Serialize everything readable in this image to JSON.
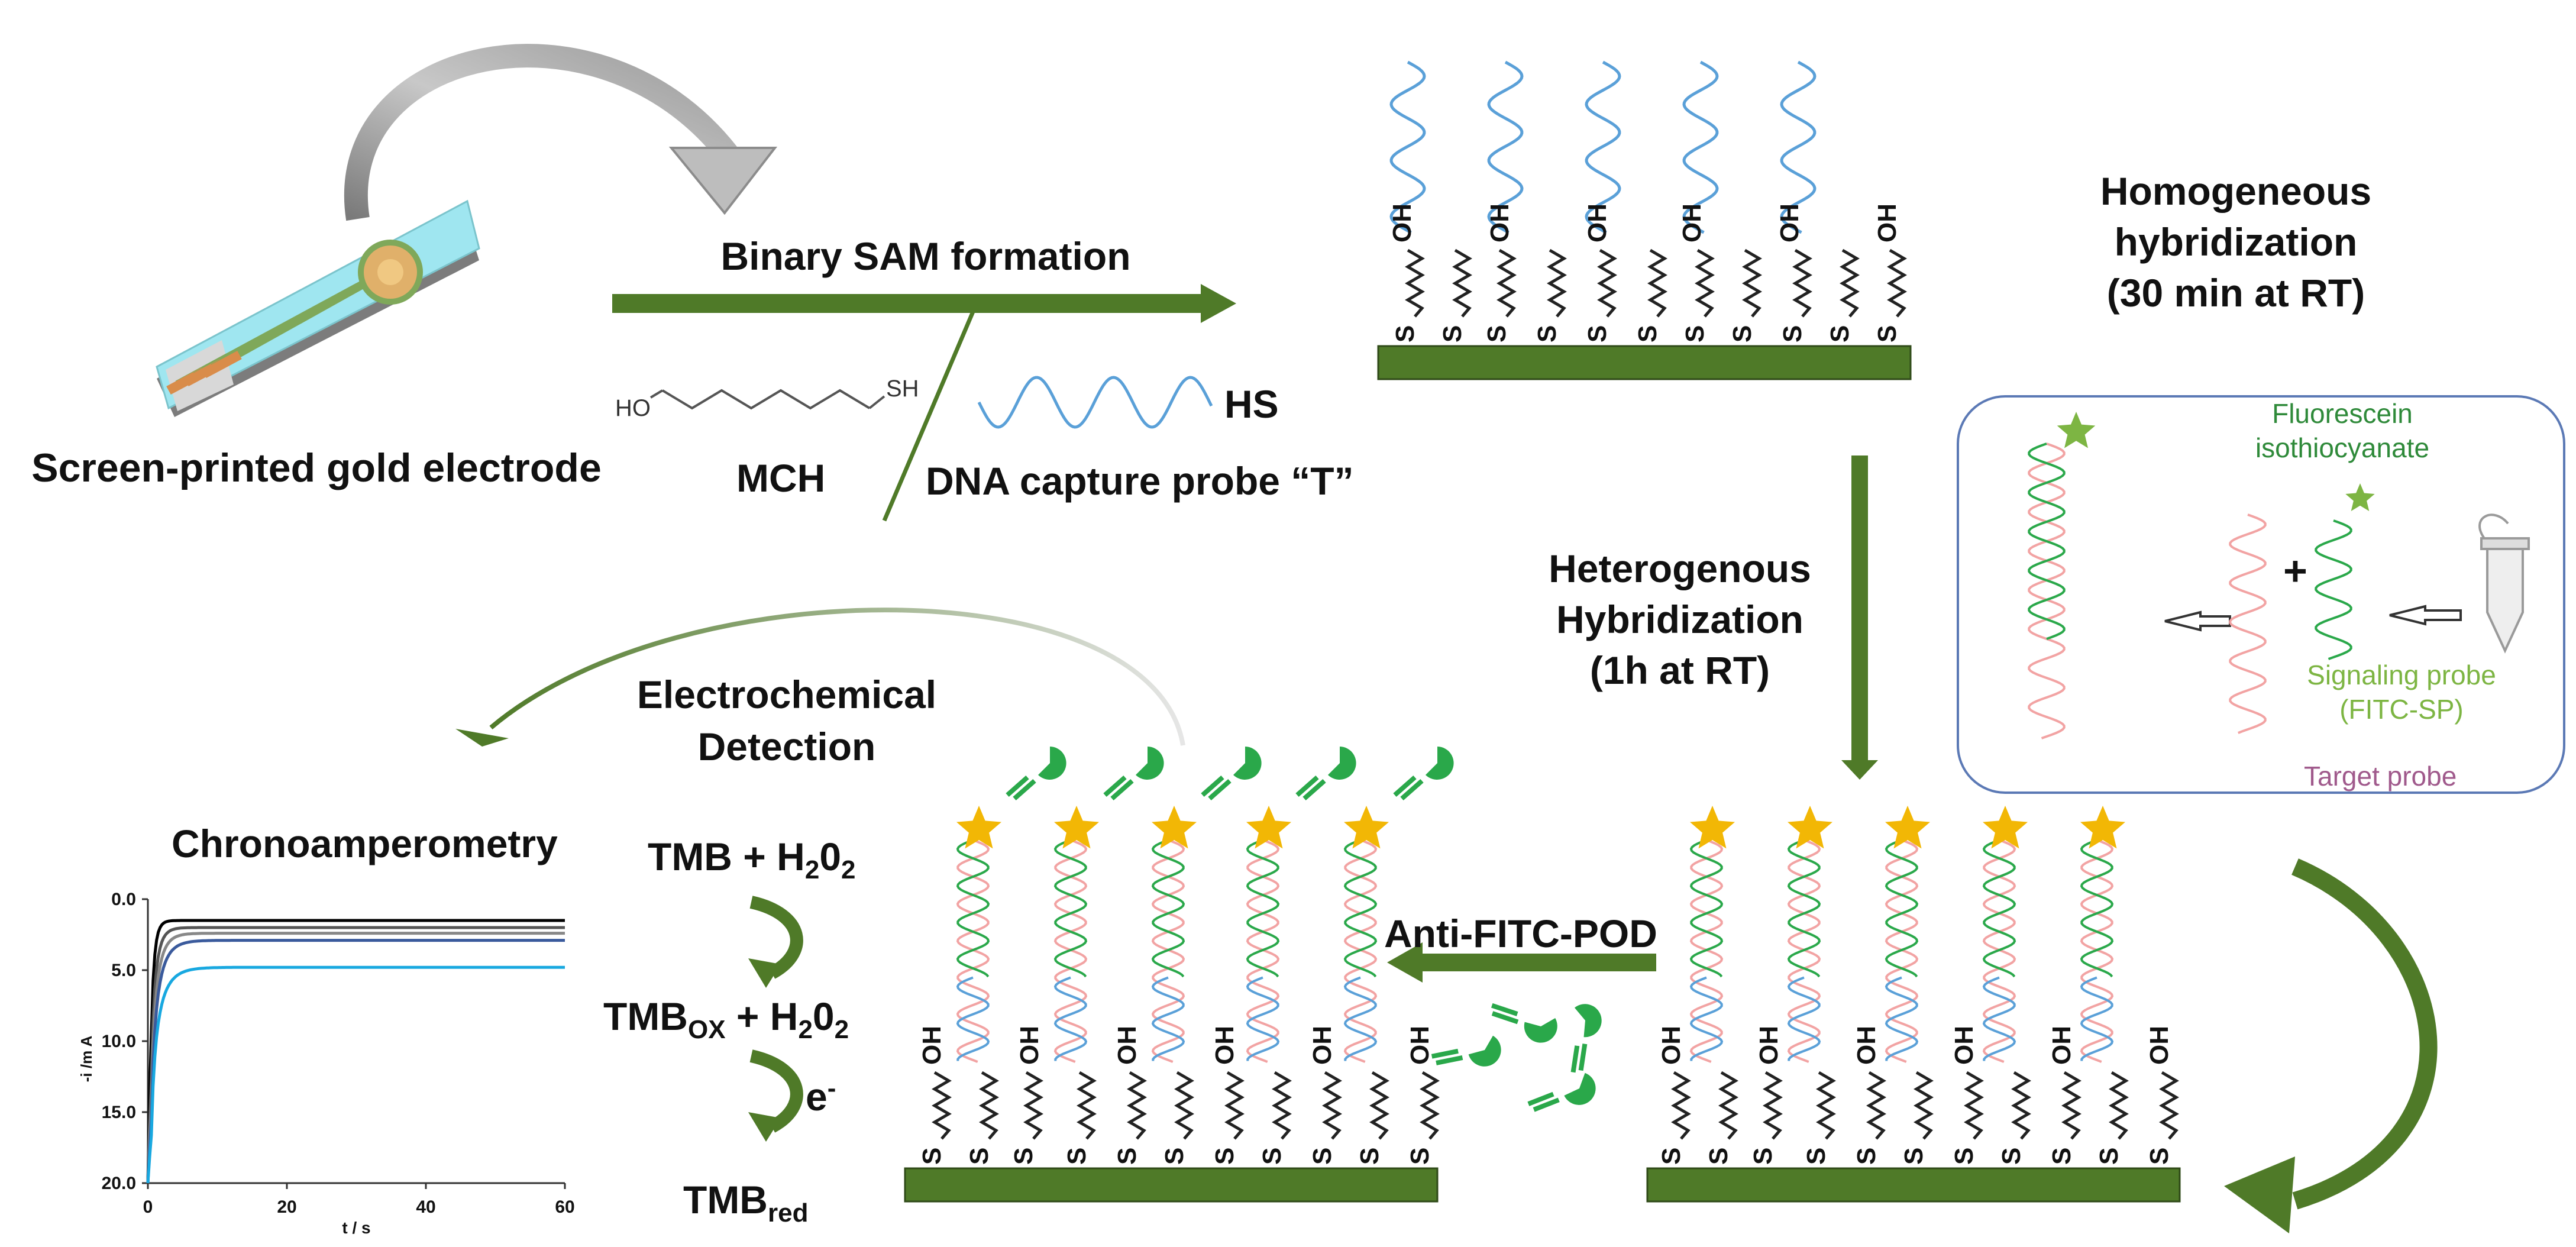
{
  "colors": {
    "green_dark": "#4f7a28",
    "green_bright": "#2aa84a",
    "green_label": "#2f8a3a",
    "green_light_label": "#7db543",
    "blue_dna": "#5aa0d8",
    "pink_dna": "#f2a3a3",
    "gold_star": "#f2b705",
    "electrode_cyan": "#9fe6f0",
    "electrode_trace": "#7fa85a",
    "purple_label": "#a05a8c",
    "panel_border": "#5b79b5"
  },
  "labels": {
    "electrode": "Screen-printed gold electrode",
    "binary_sam": "Binary SAM formation",
    "mch": "MCH",
    "capture_probe": "DNA capture probe “T”",
    "ho": "HO",
    "sh": "SH",
    "hs": "HS",
    "homogeneous": [
      "Homogeneous",
      "hybridization",
      "(30 min at RT)"
    ],
    "heterogenous": [
      "Heterogenous",
      "Hybridization",
      "(1h at RT)"
    ],
    "fitc": [
      "Fluorescein",
      "isothiocyanate"
    ],
    "plus": "+",
    "signaling": [
      "Signaling probe",
      "(FITC-SP)"
    ],
    "target": "Target probe",
    "anti_fitc": "Anti-FITC-POD",
    "detection": [
      "Electrochemical",
      "Detection"
    ],
    "chrono": "Chronoamperometry",
    "tmb_h2o2": {
      "a": "TMB + H",
      "sub1": "2",
      "b": "0",
      "sub2": "2"
    },
    "tmbox": {
      "a": "TMB",
      "sub1": "OX",
      "b": " + H",
      "sub2": "2",
      "c": "0",
      "sub3": "2"
    },
    "eminus": {
      "a": "e",
      "sup": "-"
    },
    "tmbred": {
      "a": "TMB",
      "sub": "red"
    },
    "surface_oh": "OH",
    "surface_s": "S"
  },
  "chart_data": {
    "type": "line",
    "xlabel": "t / s",
    "ylabel": "-i /m A",
    "xlim": [
      0,
      60
    ],
    "ylim": [
      20,
      0
    ],
    "xticks": [
      "0",
      "20",
      "40",
      "60"
    ],
    "yticks": [
      "0.0",
      "5.0",
      "10.0",
      "15.0",
      "20.0"
    ],
    "series": [
      {
        "color": "#000000",
        "plateau": 1.5
      },
      {
        "color": "#555555",
        "plateau": 2.0
      },
      {
        "color": "#888888",
        "plateau": 2.4
      },
      {
        "color": "#3a5a9c",
        "plateau": 2.9
      },
      {
        "color": "#18a8e0",
        "plateau": 4.8
      }
    ]
  }
}
